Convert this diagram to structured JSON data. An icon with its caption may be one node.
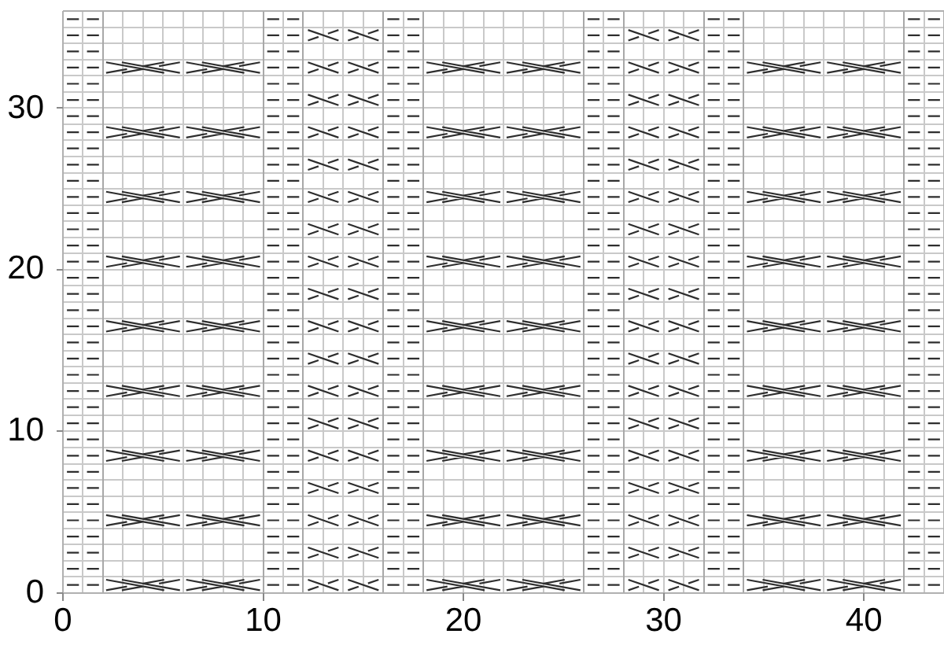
{
  "diagram": {
    "labels": [
      "30",
      "20",
      "10",
      "0",
      "0",
      "10",
      "20",
      "30",
      "40"
    ]
  }
}
